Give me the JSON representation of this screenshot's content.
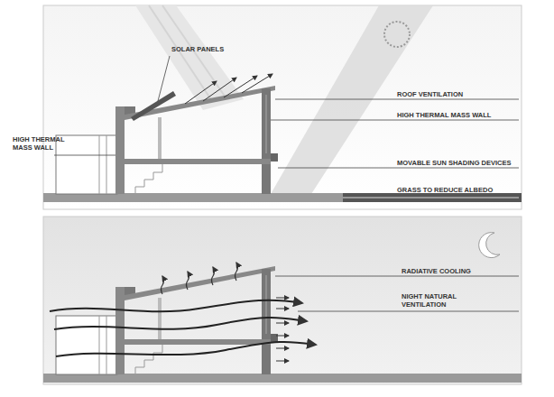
{
  "diagram": {
    "labels": [
      "SOLAR PANELS",
      "ROOF VENTILATION",
      "HIGH THERMAL MASS WALL",
      "HIGH THERMAL MASS WALL",
      "MOVABLE SUN SHADING DEVICES",
      "GRASS TO REDUCE ALBEDO",
      "RADIATIVE COOLING",
      "NIGHT NATURAL VENTILATION"
    ]
  }
}
